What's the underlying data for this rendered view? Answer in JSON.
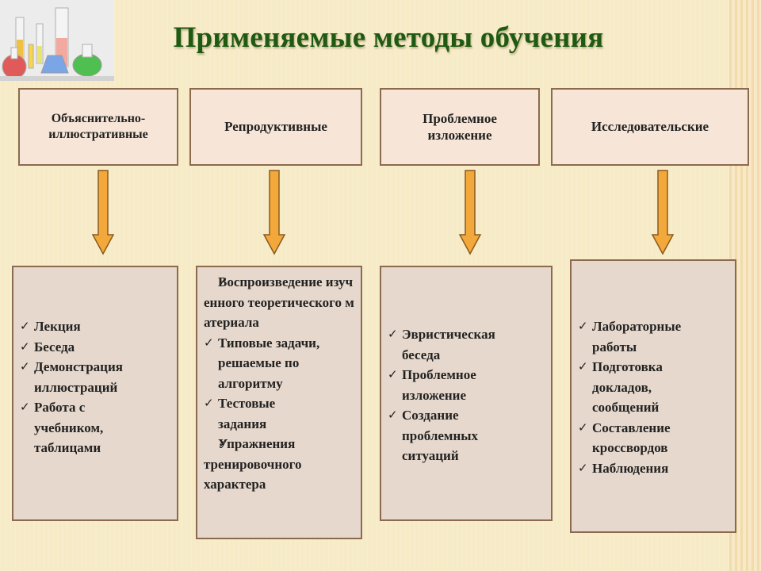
{
  "title": "Применяемые методы обучения",
  "colors": {
    "title": "#1f5a12",
    "background": "#f6ebc6",
    "arrow_fill": "#f2a83a",
    "arrow_stroke": "#8a5a1e",
    "box_border": "#8c6a4e"
  },
  "categories": [
    {
      "label": "Объяснительно-иллюстративные"
    },
    {
      "label": "Репродуктивные"
    },
    {
      "label": "Проблемное изложение"
    },
    {
      "label": "Исследовательские"
    }
  ],
  "details": [
    {
      "items": [
        "Лекция",
        "Беседа",
        "Демонстрация иллюстраций",
        "Работа с учебником, таблицами"
      ]
    },
    {
      "items": [
        "Воспроизведение изученного теоретического материала",
        "Типовые задачи, решаемые по алгоритму",
        "Тестовые задания",
        "Упражнения тренировочного характера"
      ]
    },
    {
      "items": [
        "Эвристическая беседа",
        "Проблемное изложение",
        "Создание проблемных ситуаций"
      ]
    },
    {
      "items": [
        "Лабораторные работы",
        "Подготовка докладов, сообщений",
        "Составление кроссвордов",
        "Наблюдения"
      ]
    }
  ]
}
